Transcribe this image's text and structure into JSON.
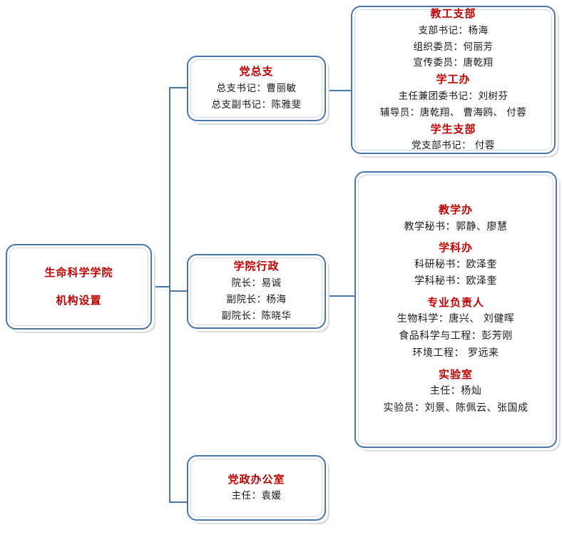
{
  "chart_title": "生命科学学院机构设置",
  "theme": {
    "border": "#4a77a8",
    "heading": "#c00000",
    "text": "#18181a",
    "background": "#ffffff",
    "shadow": "#d9dde1"
  },
  "nodes": {
    "root": {
      "line1": "生命科学学院",
      "line2": "机构设置"
    },
    "party": {
      "heading": "党总支",
      "line1": "总支书记：曹丽敏",
      "line2": "总支副书记：陈雅斐"
    },
    "admin": {
      "heading": "学院行政",
      "line1": "院长：易诚",
      "line2": "副院长：杨海",
      "line3": "副院长：陈晓华"
    },
    "office": {
      "heading": "党政办公室",
      "line1": "主任：袁媛"
    },
    "party_sub": {
      "heading1": "教工支部",
      "g1_line1": "支部书记：杨海",
      "g1_line2": "组织委员：何丽芳",
      "g1_line3": "宣传委员：唐乾翔",
      "heading2": "学工办",
      "g2_line1": "主任兼团委书记：刘树芬",
      "g2_line2": "辅导员：唐乾翔、 曹海鸥、 付蓉",
      "heading3": "学生支部",
      "g3_line1": "党支部书记： 付蓉"
    },
    "academic": {
      "heading1": "教学办",
      "g1_line1": "教学秘书：郭静、廖慧",
      "heading2": "学科办",
      "g2_line1": "科研秘书：欧泽奎",
      "g2_line2": "学科秘书：欧泽奎",
      "heading3": "专业负责人",
      "g3_line1": "生物科学：唐兴、 刘健晖",
      "g3_line2": "食品科学与工程：彭芳刚",
      "g3_line3": "环境工程： 罗远来",
      "heading4": "实验室",
      "g4_line1": "主任：杨灿",
      "g4_line2": "实验员：刘景、陈佩云、张国成"
    }
  }
}
